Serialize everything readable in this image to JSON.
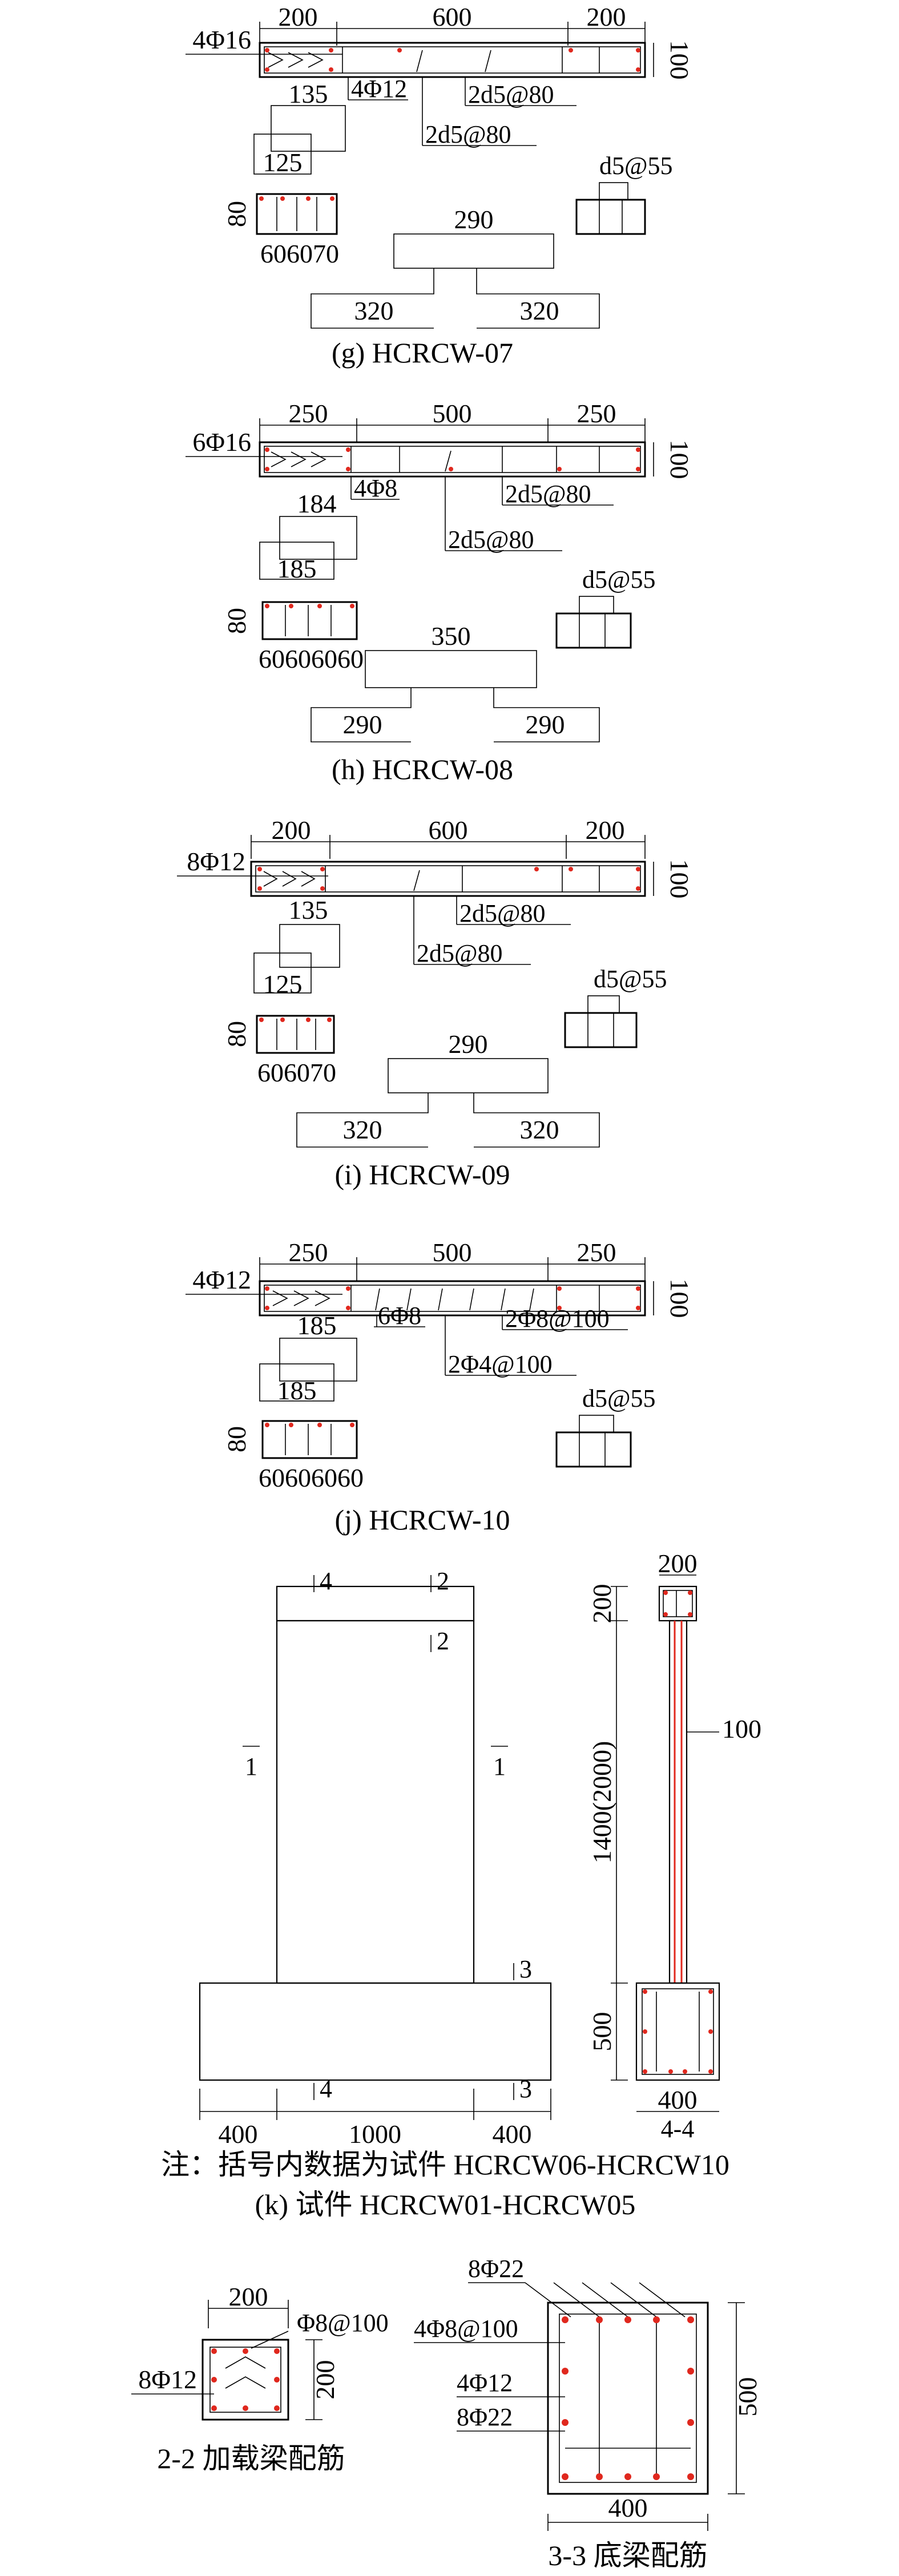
{
  "panel_g": {
    "caption": "(g) HCRCW-07",
    "dim_top": [
      "200",
      "600",
      "200"
    ],
    "dim_thickness": "100",
    "bar_label": "4Φ16",
    "tie_labels": [
      "4Φ12",
      "2d5@80",
      "2d5@80"
    ],
    "hoop_dims": [
      "135",
      "125"
    ],
    "column_height": "80",
    "column_dims": "606070",
    "link_label": "d5@55",
    "tie_dims": [
      "290",
      "320",
      "320"
    ]
  },
  "panel_h": {
    "caption": "(h) HCRCW-08",
    "dim_top": [
      "250",
      "500",
      "250"
    ],
    "dim_thickness": "100",
    "bar_label": "6Φ16",
    "tie_labels": [
      "4Φ8",
      "2d5@80",
      "2d5@80"
    ],
    "hoop_dims": [
      "184",
      "185"
    ],
    "column_height": "80",
    "column_dims": "60606060",
    "link_label": "d5@55",
    "tie_dims": [
      "350",
      "290",
      "290"
    ]
  },
  "panel_i": {
    "caption": "(i) HCRCW-09",
    "dim_top": [
      "200",
      "600",
      "200"
    ],
    "dim_thickness": "100",
    "bar_label": "8Φ12",
    "tie_labels": [
      "2d5@80",
      "2d5@80"
    ],
    "hoop_dims": [
      "135",
      "125"
    ],
    "column_height": "80",
    "column_dims": "606070",
    "link_label": "d5@55",
    "tie_dims": [
      "290",
      "320",
      "320"
    ]
  },
  "panel_j": {
    "caption": "(j) HCRCW-10",
    "dim_top": [
      "250",
      "500",
      "250"
    ],
    "dim_thickness": "100",
    "bar_label": "4Φ12",
    "tie_labels": [
      "6Φ8",
      "2Φ8@100",
      "2Φ4@100"
    ],
    "hoop_dims": [
      "185",
      "185"
    ],
    "column_height": "80",
    "column_dims": "60606060",
    "link_label": "d5@55"
  },
  "elevation": {
    "section_marks": [
      "4",
      "2",
      "2",
      "1",
      "1",
      "3",
      "4",
      "3"
    ],
    "base_dims": [
      "400",
      "1000",
      "400"
    ],
    "side_dims": [
      "200",
      "100",
      "1400(2000)",
      "500",
      "200",
      "400"
    ],
    "side_section": "4-4",
    "note": "注：括号内数据为试件 HCRCW06-HCRCW10",
    "caption": "(k) 试件 HCRCW01-HCRCW05"
  },
  "section_22": {
    "dim_width": "200",
    "dim_height": "200",
    "stirrup": "Φ8@100",
    "bars": "8Φ12",
    "caption": "2-2 加载梁配筋"
  },
  "section_33": {
    "top_bars": "8Φ22",
    "stirrup": "4Φ8@100",
    "mid_bars": "4Φ12",
    "bottom_bars": "8Φ22",
    "dim_height": "500",
    "dim_width": "400",
    "caption": "3-3 底梁配筋"
  }
}
